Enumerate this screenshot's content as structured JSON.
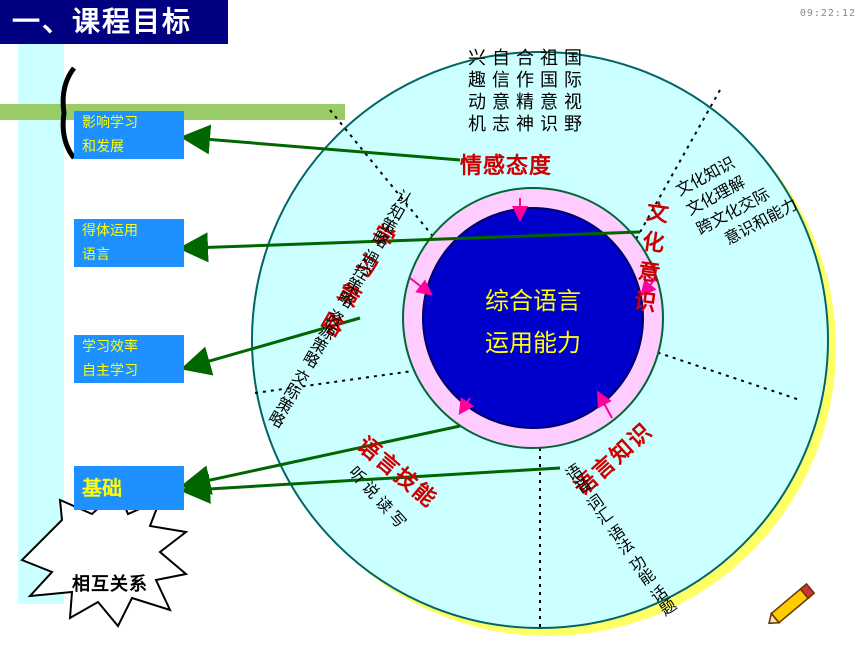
{
  "header": {
    "title": "一、课程目标",
    "clock": "09:22:12"
  },
  "boxes": {
    "b1": [
      "影响学习",
      "和发展"
    ],
    "b2": [
      "得体运用",
      "语言"
    ],
    "b3": [
      "学习效率",
      "自主学习"
    ],
    "b4": "基础"
  },
  "relation_label": "相互关系",
  "center": [
    "综合语言",
    "运用能力"
  ],
  "sectors": {
    "affect": {
      "label": "情感态度",
      "items": [
        "兴趣",
        "自信",
        "合作",
        "祖国意识",
        "国际视野"
      ],
      "columns": [
        "兴趣动机",
        "自信意志",
        "合作精神",
        "祖国意识",
        "国际视野"
      ]
    },
    "culture": {
      "label": "文化意识",
      "items": [
        "文化知识",
        "文化理解",
        "跨文化交际",
        "意识和能力"
      ]
    },
    "strategy": {
      "label": "学习策略",
      "items": [
        "认知策略",
        "调控策略",
        "资源策略",
        "交际策略"
      ]
    },
    "skills": {
      "label": "语言技能",
      "items": [
        "听说读写"
      ]
    },
    "knowledge": {
      "label": "语言知识",
      "items": [
        "语音",
        "词汇",
        "语法",
        "功能",
        "话题"
      ]
    }
  },
  "colors": {
    "title_bg": "#000080",
    "box_bg": "#1e90ff",
    "box_text": "#ffff00",
    "ring": "#ccffff",
    "inner": "#0000cc",
    "pink": "#ffccff",
    "label_red": "#cc0000",
    "arrow_green": "#006600",
    "slide_bg_strip": "#ccffff"
  }
}
